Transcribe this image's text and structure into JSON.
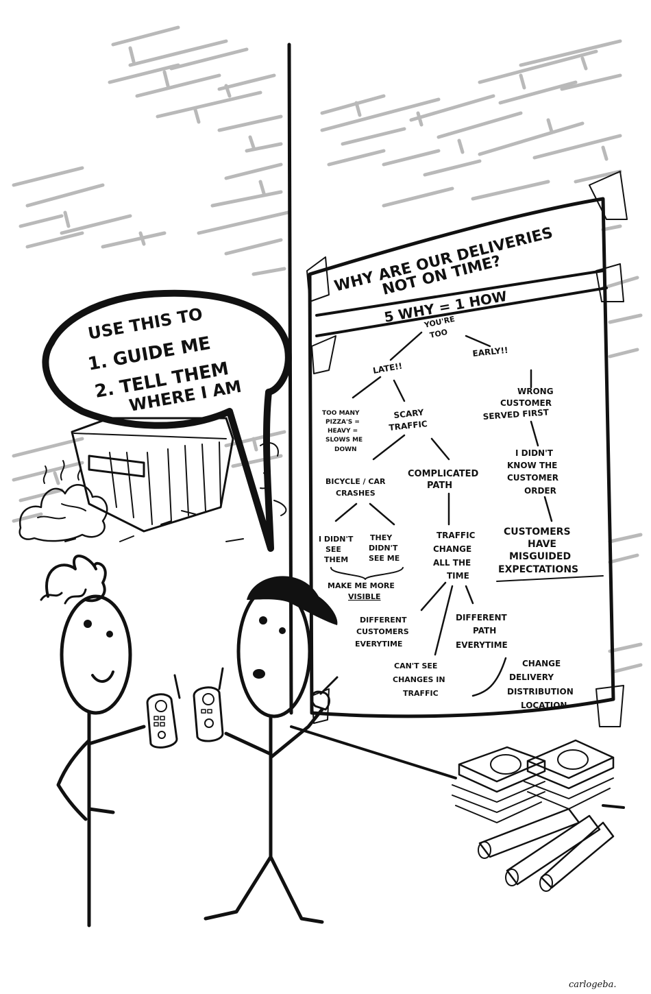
{
  "speech_bubble": {
    "line1": "USE THIS TO",
    "line2": "1. GUIDE ME",
    "line3": "2. TELL THEM",
    "line4": "WHERE I AM"
  },
  "poster": {
    "title_line1": "WHY ARE OUR DELIVERIES",
    "title_line2": "NOT ON TIME?",
    "subtitle": "5 WHY = 1 HOW",
    "nodes": {
      "root_1": "YOU'RE",
      "root_2": "TOO",
      "late": "LATE!!",
      "early": "EARLY!!",
      "pizzas_1": "TOO MANY",
      "pizzas_2": "PIZZA'S =",
      "pizzas_3": "HEAVY =",
      "pizzas_4": "SLOWS ME",
      "pizzas_5": "DOWN",
      "scary_1": "SCARY",
      "scary_2": "TRAFFIC",
      "wrong_1": "WRONG",
      "wrong_2": "CUSTOMER",
      "wrong_3": "SERVED FIRST",
      "bike_1": "BICYCLE / CAR",
      "bike_2": "CRASHES",
      "complicated_1": "COMPLICATED",
      "complicated_2": "PATH",
      "didnt_know_1": "I DIDN'T",
      "didnt_know_2": "KNOW THE",
      "didnt_know_3": "CUSTOMER",
      "didnt_know_4": "ORDER",
      "didnt_see_1": "I DIDN'T",
      "didnt_see_2": "SEE",
      "didnt_see_3": "THEM",
      "they_1": "THEY",
      "they_2": "DIDN'T",
      "they_3": "SEE ME",
      "change_1": "TRAFFIC",
      "change_2": "CHANGE",
      "change_3": "ALL THE",
      "change_4": "TIME",
      "misguided_1": "CUSTOMERS",
      "misguided_2": "HAVE",
      "misguided_3": "MISGUIDED",
      "misguided_4": "EXPECTATIONS",
      "visible_1": "MAKE ME MORE",
      "visible_2": "VISIBLE",
      "diffcust_1": "DIFFERENT",
      "diffcust_2": "CUSTOMERS",
      "diffcust_3": "EVERYTIME",
      "diffpath_1": "DIFFERENT",
      "diffpath_2": "PATH",
      "diffpath_3": "EVERYTIME",
      "cantsee_1": "CAN'T SEE",
      "cantsee_2": "CHANGES IN",
      "cantsee_3": "TRAFFIC",
      "distrib_1": "CHANGE",
      "distrib_2": "DELIVERY",
      "distrib_3": "DISTRIBUTION",
      "distrib_4": "LOCATION"
    }
  },
  "signature": "carlogeba."
}
